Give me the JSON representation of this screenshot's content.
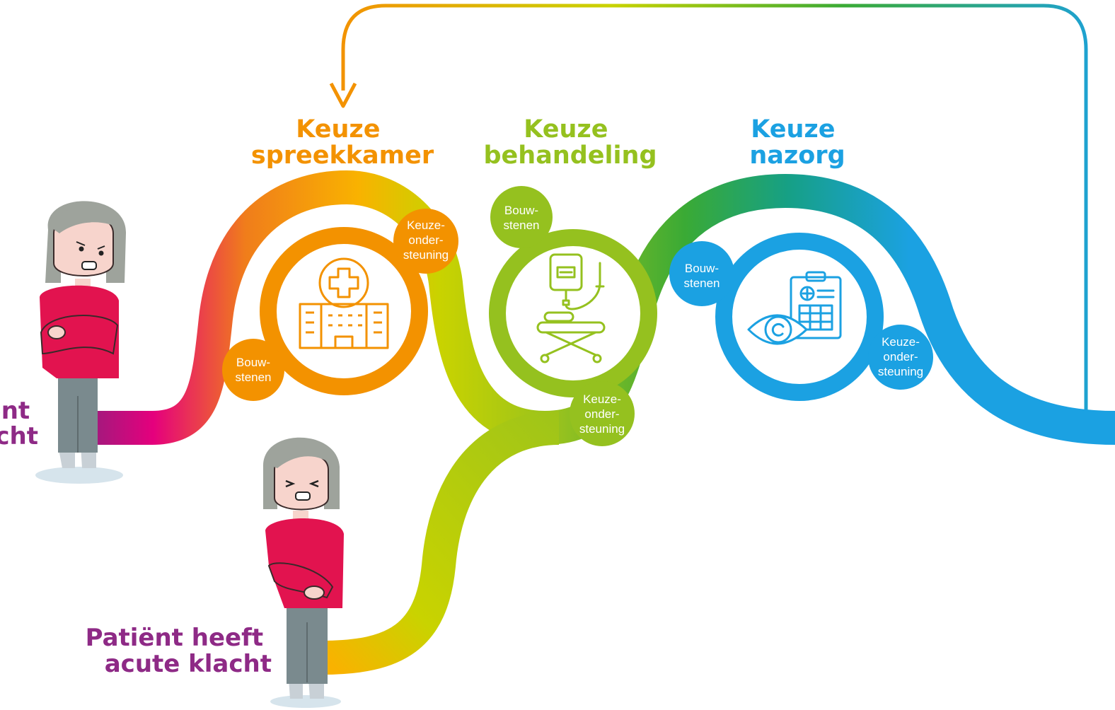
{
  "stages": [
    {
      "title_line1": "Keuze",
      "title_line2": "spreekkamer",
      "color": "#f39200",
      "icon": "hospital-icon"
    },
    {
      "title_line1": "Keuze",
      "title_line2": "behandeling",
      "color": "#95c11f",
      "icon": "iv-drip-stretcher-icon"
    },
    {
      "title_line1": "Keuze",
      "title_line2": "nazorg",
      "color": "#1ba1e2",
      "icon": "eye-clipboard-icon"
    }
  ],
  "nodes": {
    "bouwstenen": "Bouw-|stenen",
    "keuzeondersteuning": "Keuze-|onder-|steuning"
  },
  "patients": {
    "chronic_line1": "Patiënt",
    "chronic_line2": "klacht",
    "acute_line1": "Patiënt heeft",
    "acute_line2": "acute klacht"
  },
  "colors": {
    "orange": "#f39200",
    "lime": "#c9d300",
    "green": "#95c11f",
    "teal": "#16a085",
    "blue": "#1ba1e2",
    "magenta": "#e5007d",
    "purple": "#8e2a86",
    "shirt": "#e2134f",
    "hair": "#9ea39c",
    "skin": "#f7d4cc",
    "pants": "#7a8a8e"
  }
}
